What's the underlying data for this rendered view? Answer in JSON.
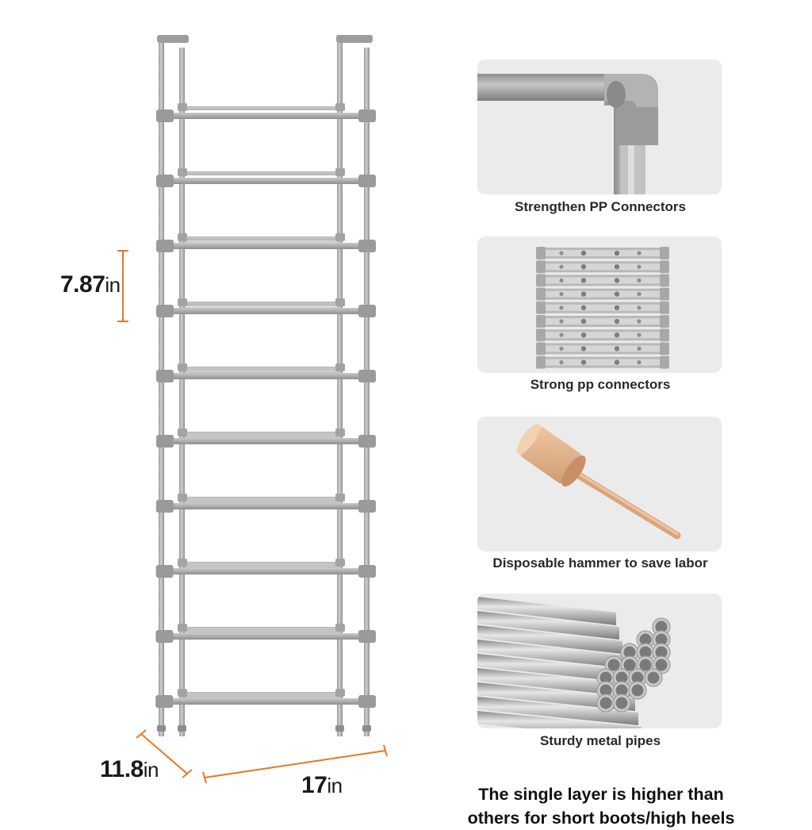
{
  "dimensions": {
    "height": {
      "value": "7.87",
      "unit": "in"
    },
    "depth": {
      "value": "11.8",
      "unit": "in"
    },
    "width": {
      "value": "17",
      "unit": "in"
    }
  },
  "features": [
    {
      "caption": "Strengthen PP Connectors",
      "icon": "connector-corner-icon"
    },
    {
      "caption": "Strong pp connectors",
      "icon": "connector-stack-icon"
    },
    {
      "caption": "Disposable hammer to save labor",
      "icon": "wooden-hammer-icon"
    },
    {
      "caption": "Sturdy metal pipes",
      "icon": "metal-pipes-icon"
    }
  ],
  "note": {
    "line1": "The single layer is higher than",
    "line2": "others for short boots/high heels"
  },
  "colors": {
    "frame": "#a6a6a6",
    "frame_dark": "#8c8c8c",
    "accent": "#e87722",
    "panel_bg": "#ebebeb",
    "hammer_wood": "#e2b48e"
  },
  "rack": {
    "tiers": 10
  }
}
